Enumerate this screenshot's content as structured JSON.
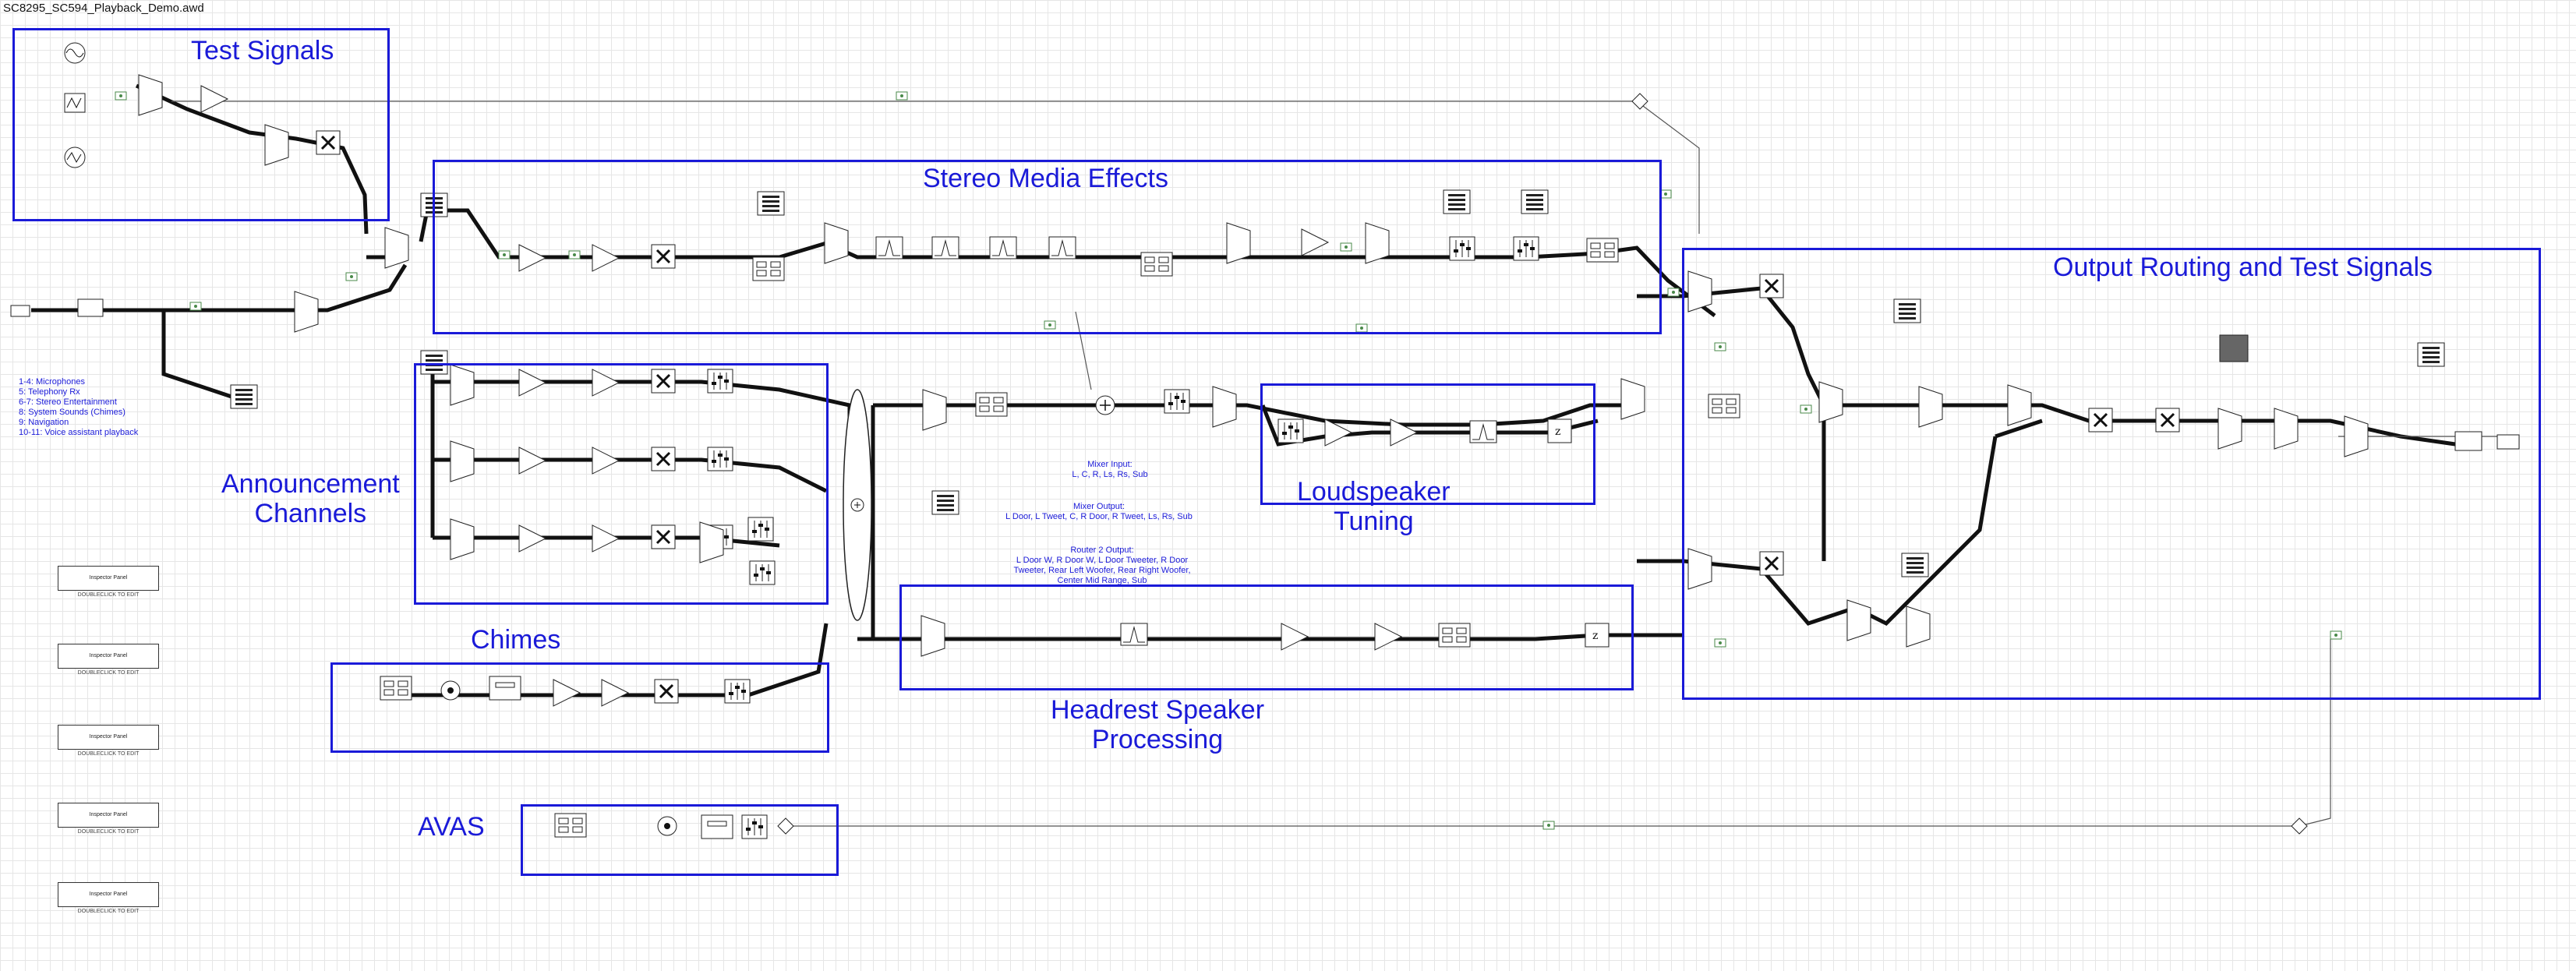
{
  "window": {
    "title": "SC8295_SC594_Playback_Demo.awd"
  },
  "groups": {
    "test_signals": "Test Signals",
    "stereo_media": "Stereo Media Effects",
    "output_routing": "Output Routing and Test Signals",
    "announcement_line1": "Announcement",
    "announcement_line2": "Channels",
    "loudspeaker_line1": "Loudspeaker",
    "loudspeaker_line2": "Tuning",
    "chimes": "Chimes",
    "headrest_line1": "Headrest Speaker",
    "headrest_line2": "Processing",
    "avas": "AVAS"
  },
  "legend": [
    "1-4: Microphones",
    "5: Telephony Rx",
    "6-7: Stereo Entertainment",
    "8: System Sounds (Chimes)",
    "9: Navigation",
    "10-11: Voice assistant playback"
  ],
  "notes": {
    "mixer_input": "Mixer Input:\nL, C, R, Ls, Rs, Sub",
    "mixer_output": "Mixer Output:\nL Door, L Tweet, C, R Door, R Tweet, Ls, Rs, Sub",
    "router2_output": "Router 2 Output:\nL Door W, R Door W, L Door Tweeter, R Door\nTweeter, Rear Left Woofer, Rear Right Woofer,\nCenter Mid Range, Sub"
  },
  "inspector_panels": [
    {
      "label": "Inspector Panel",
      "caption": "DOUBLECLICK TO EDIT"
    },
    {
      "label": "Inspector Panel",
      "caption": "DOUBLECLICK TO EDIT"
    },
    {
      "label": "Inspector Panel",
      "caption": "DOUBLECLICK TO EDIT"
    },
    {
      "label": "Inspector Panel",
      "caption": "DOUBLECLICK TO EDIT"
    },
    {
      "label": "Inspector Panel",
      "caption": "DOUBLECLICK TO EDIT"
    }
  ],
  "colors": {
    "group_border": "#1a1ad8",
    "wire": "#111111",
    "grid": "#e6e6e6",
    "block_fill": "#ffffff"
  },
  "icons": [
    "sine-icon",
    "triangle-gain-icon",
    "mixer-trapezoid-icon",
    "mute-x-icon",
    "meter-icon",
    "router-icon",
    "delay-z-icon",
    "filter-peak-icon",
    "adder-plus-icon",
    "pin-icon"
  ]
}
